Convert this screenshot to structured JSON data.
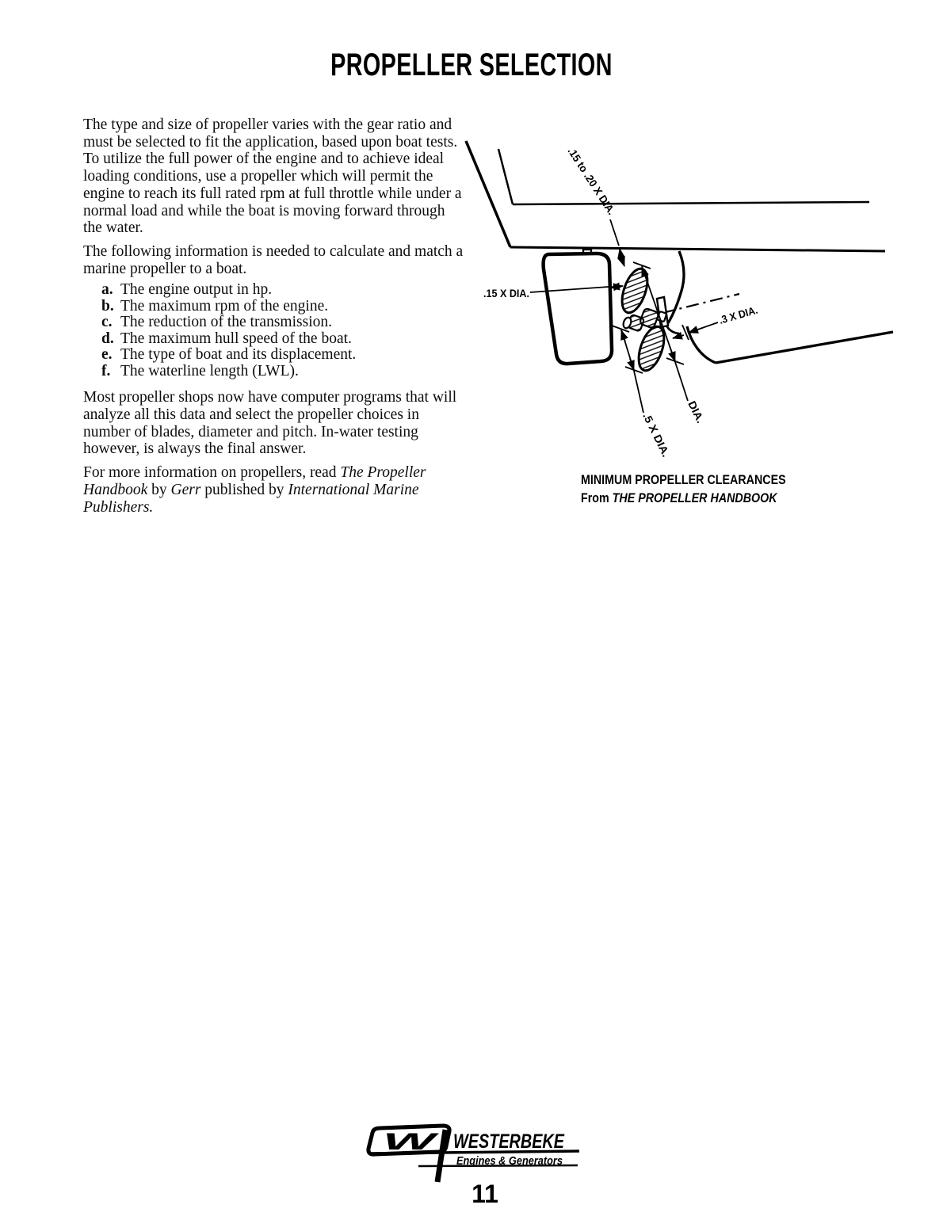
{
  "page": {
    "title": "PROPELLER SELECTION",
    "page_number": "11"
  },
  "content": {
    "p1": {
      "lines": [
        "The type and size of propeller varies with the gear ratio and",
        "must be selected to fit the application, based upon boat tests.",
        "To utilize the full power of the engine and to achieve ideal",
        "loading conditions, use a propeller which will permit the",
        "engine to reach its full rated rpm at full throttle while under a",
        "normal load and while the boat is moving forward through",
        "the water."
      ]
    },
    "p2": {
      "lines": [
        "The following information is needed to calculate and match a",
        "marine propeller to a boat."
      ]
    },
    "list": {
      "items": [
        {
          "marker": "a.",
          "text": "The engine output in hp."
        },
        {
          "marker": "b.",
          "text": "The maximum rpm of the engine."
        },
        {
          "marker": "c.",
          "text": "The reduction of the transmission."
        },
        {
          "marker": "d.",
          "text": "The maximum hull speed of the boat."
        },
        {
          "marker": "e.",
          "text": "The type of boat and its displacement."
        },
        {
          "marker": "f.",
          "text": "The waterline length (LWL)."
        }
      ]
    },
    "p3": {
      "lines": [
        "Most propeller shops now have computer programs that will",
        "analyze all this data and select the propeller choices in",
        "number of blades, diameter and pitch. In-water testing",
        "however, is always the final answer."
      ]
    },
    "p4": {
      "line1_regular": "For more information on propellers, read ",
      "line1_italic": "The Propeller",
      "line2_italic1": "Handbook",
      "line2_regular1": " by ",
      "line2_italic2": "Gerr",
      "line2_regular2": " published by ",
      "line2_italic3": "International Marine",
      "line3_italic": "Publishers."
    }
  },
  "diagram": {
    "labels": {
      "clearance_top": ".15 to .20 X DIA.",
      "clearance_keel": ".15 X DIA.",
      "clearance_rudder": ".3 X DIA.",
      "diameter": "DIA.",
      "clearance_bottom": ".5 X DIA."
    },
    "caption_line1": "MINIMUM PROPELLER CLEARANCES",
    "caption_line2_prefix": "From ",
    "caption_line2_title": "THE PROPELLER HANDBOOK"
  },
  "logo": {
    "monogram": "W",
    "brand": "WESTERBEKE",
    "tagline": "Engines & Generators"
  },
  "colors": {
    "ink": "#000000",
    "paper": "#ffffff"
  }
}
